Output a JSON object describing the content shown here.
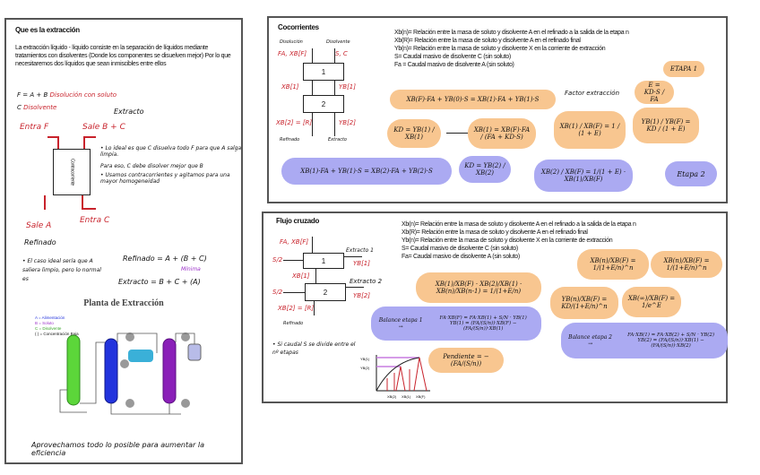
{
  "left": {
    "title": "Que es la extracción",
    "intro": "La extracción líquido - líquido consiste en la separación de líquidos mediante tratamientos con disolventes (Donde los componentes se disuelven mejor) Por lo que necesitaremos dos líquidos que sean inmiscibles entre ellos",
    "def1_lhs": "F = A + B",
    "def1_rhs": "Disolución con soluto",
    "def2_lhs": "C",
    "def2_rhs": "Disolvente",
    "entra_f": "Entra F",
    "sale_bc": "Sale B + C",
    "extracto": "Extracto",
    "column_label": "Contracorriente",
    "note1": "• Lo ideal es que C disuelva todo F para que A salga limpia.",
    "note2": "Para eso, C debe disolver mejor que B",
    "note3": "• Usamos contracorrientes y agitamos para una mayor homogeneidad",
    "sale_a": "Sale A",
    "refinado": "Refinado",
    "entra_c": "Entra C",
    "ideal_case": "• El caso ideal sería que A saliera limpio, pero lo normal es",
    "refinado_eq": "Refinado = A + (B + C)",
    "minima": "Mínima",
    "extracto_eq": "Extracto = B + C + (A)",
    "plant_title": "Planta de Extracción",
    "legend": [
      "A = Alimentación",
      "B = Soluto",
      "C = Disolvente",
      "( ) = Concentración Baja"
    ],
    "footer": "Aprovechamos todo lo posible para aumentar la eficiencia"
  },
  "cocorriente": {
    "title": "Cocorrientes",
    "disolucion": "Disolución",
    "disolvente": "Disolvente",
    "feed": "FA, XB[F]",
    "solvent": "S, C",
    "stage1": "1",
    "stage2": "2",
    "xb1": "XB[1]",
    "yb1": "YB[1]",
    "xb2": "XB[2] = [R]",
    "yb2": "YB[2]",
    "refinado": "Refinado",
    "extracto": "Extracto",
    "defs": [
      "Xb(n)= Relación entre la masa de soluto y disolvente A en el refinado a la salida de la etapa n",
      "Xb(R)= Relación entre la masa de soluto y disolvente A en el refinado final",
      "Yb(n)= Relación entre la masa de soluto y disolvente X en la corriente de extracción",
      "S= Caudal masivo de disolvente C (sin soluto)",
      "Fa = Caudal masivo de disolvente A (sin soluto)"
    ],
    "etapa1": "ETAPA 1",
    "balance1": "XB(F)·FA + YB(0)·S = XB(1)·FA + YB(1)·S",
    "factor_label": "Factor extracción",
    "factor_eq": "E = KD·S / FA",
    "kd1": "KD = YB(1) / XB(1)",
    "xb1_eq": "XB(1) = XB(F)·FA / (FA + KD·S)",
    "ratio_x1": "XB(1) / XB(F) = 1 / (1 + E)",
    "ratio_y1": "YB(1) / YB(F) = KD / (1 + E)",
    "balance2": "XB(1)·FA + YB(1)·S = XB(2)·FA + YB(2)·S",
    "kd2": "KD = YB(2) / XB(2)",
    "ratio_x2": "XB(2) / XB(F) = 1/(1 + E) · XB(1)/XB(F)",
    "etapa2": "Etapa 2"
  },
  "cruzado": {
    "title": "Flujo cruzado",
    "feed": "FA, XB[F]",
    "s_n1": "S/2",
    "s_n2": "S/2",
    "stage1": "1",
    "stage2": "2",
    "extracto1": "Extracto 1",
    "extracto2": "Extracto 2",
    "yb1": "YB[1]",
    "yb2": "YB[2]",
    "xb1": "XB[1]",
    "xb2": "XB[2] = [R]",
    "refinado": "Refinado",
    "defs": [
      "Xb(n)= Relación entre la masa de soluto y disolvente A en el refinado a la salida de la etapa n",
      "Xb(R)= Relación entre la masa de soluto y disolvente A en el refinado final",
      "Yb(n)= Relación entre la masa de soluto y disolvente X en la corriente de extracción",
      "S= Caudal masivo de disolvente C (sin soluto)",
      "Fa= Caudal masivo de disolvente A (sin soluto)"
    ],
    "eq_xn": "XB(n)/XB(F) = 1/(1+E/n)^n",
    "eq_xn2": "XB(n)/XB(F) = 1/(1+E/n)^n",
    "eq_chain": "XB(1)/XB(F) · XB(2)/XB(1) · XB(n)/XB(n-1) = 1/(1+E/n)",
    "eq_yn": "YB(n)/XB(F) = KD/(1+E/n)^n",
    "eq_inf": "XB(∞)/XB(F) = 1/e^E",
    "note": "• Si caudal S se divide entre el nº etapas",
    "balance1_label": "Balance etapa 1 →",
    "balance1_a": "FA·XB(F) = FA·XB(1) + S/N · YB(1)",
    "balance1_b": "YB(1) = (FA/(S/n))·XB(F) − (FA/(S/n))·XB(1)",
    "pendiente": "Pendiente = −(FA/(S/n))",
    "balance2_label": "Balance etapa 2 →",
    "balance2_a": "FA·XB(1) = FA·XB(2) + S/N · YB(2)",
    "balance2_b": "YB(2) = (FA/(S/n))·XB(1) − (FA/(S/n))·XB(2)",
    "graph_y": [
      "YB(1)",
      "YB(2)"
    ],
    "graph_x": [
      "XB(2)",
      "XB(1)",
      "XB(F)"
    ]
  }
}
